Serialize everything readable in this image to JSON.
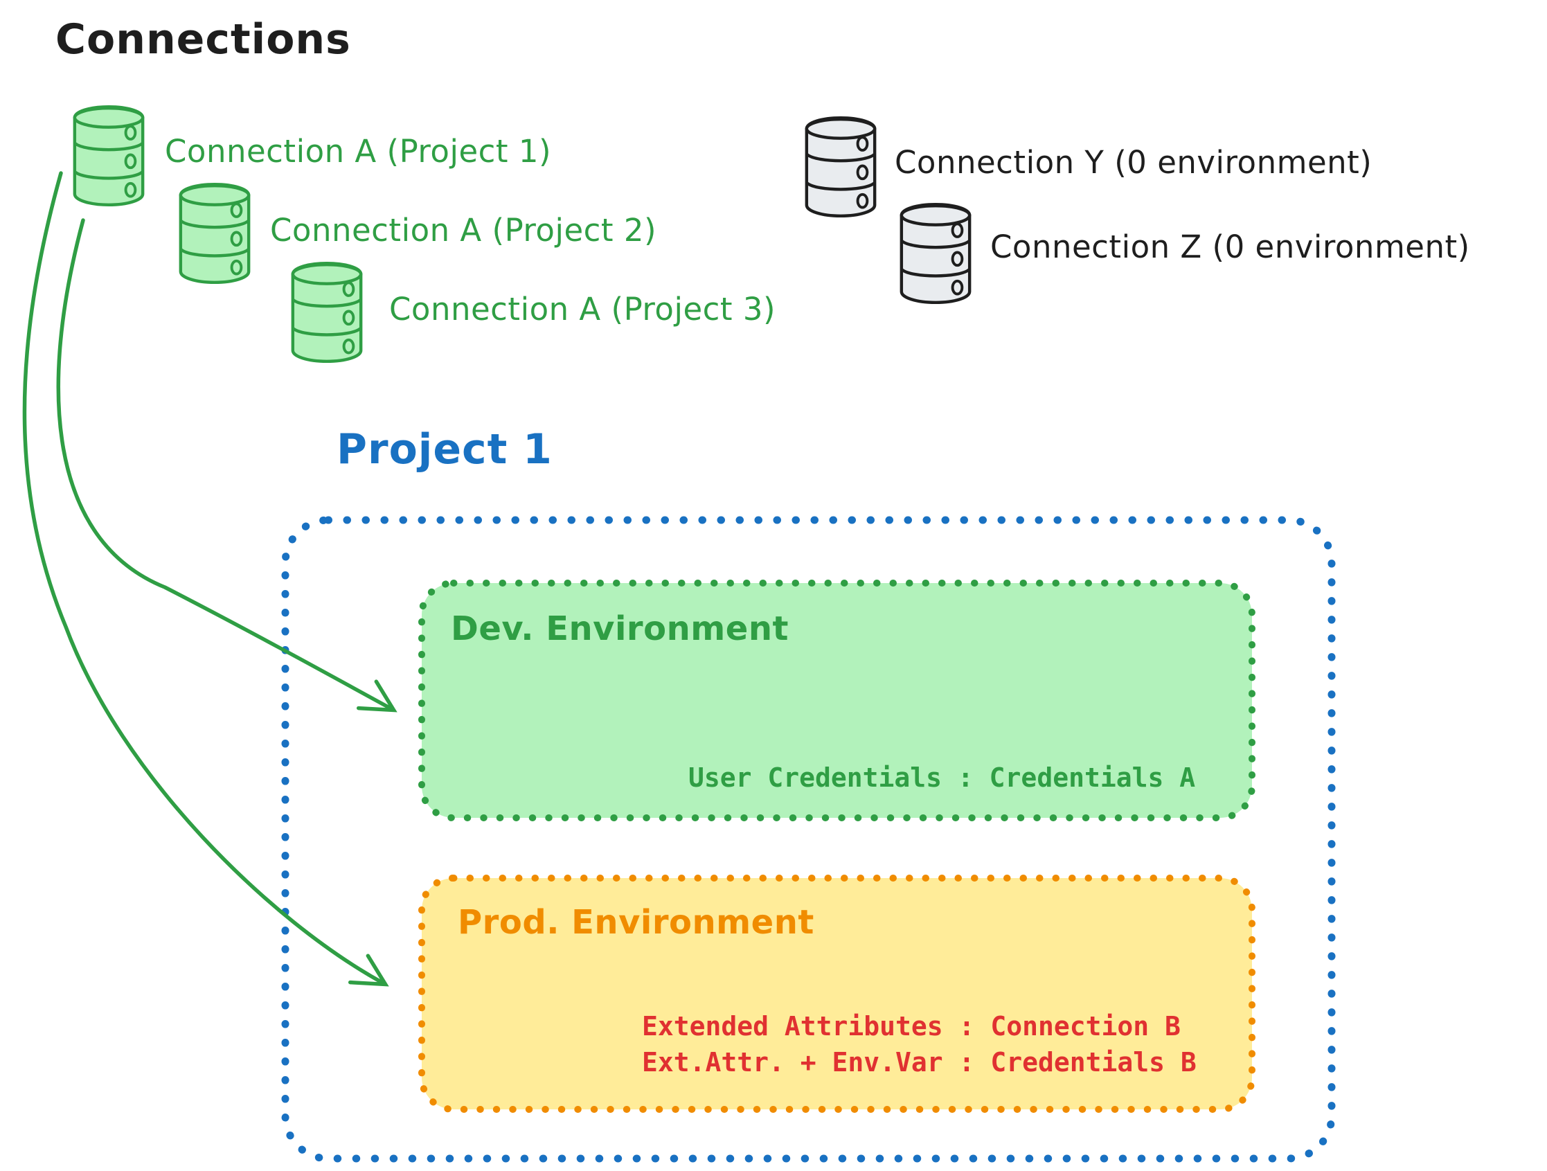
{
  "diagram_title": "Connections",
  "palette": {
    "green_stroke": "#2f9e44",
    "green_fill": "#b2f2bb",
    "blue": "#1971c2",
    "orange": "#f08c00",
    "yellow_fill": "#ffec99",
    "red": "#e03131",
    "ink": "#1e1e1e",
    "gray_fill": "#e9ecef"
  },
  "connections": {
    "assigned": [
      {
        "icon": "database-icon",
        "label": "Connection A (Project 1)"
      },
      {
        "icon": "database-icon",
        "label": "Connection A (Project 2)"
      },
      {
        "icon": "database-icon",
        "label": "Connection A (Project 3)"
      }
    ],
    "unassigned": [
      {
        "icon": "database-icon",
        "label": "Connection Y (0 environment)"
      },
      {
        "icon": "database-icon",
        "label": "Connection Z (0 environment)"
      }
    ]
  },
  "project": {
    "title": "Project 1",
    "dev_environment": {
      "title": "Dev. Environment",
      "binding": "User Credentials : Credentials A"
    },
    "prod_environment": {
      "title": "Prod. Environment",
      "binding_1": "Extended Attributes : Connection B",
      "binding_2": "Ext.Attr. + Env.Var : Credentials B"
    }
  }
}
